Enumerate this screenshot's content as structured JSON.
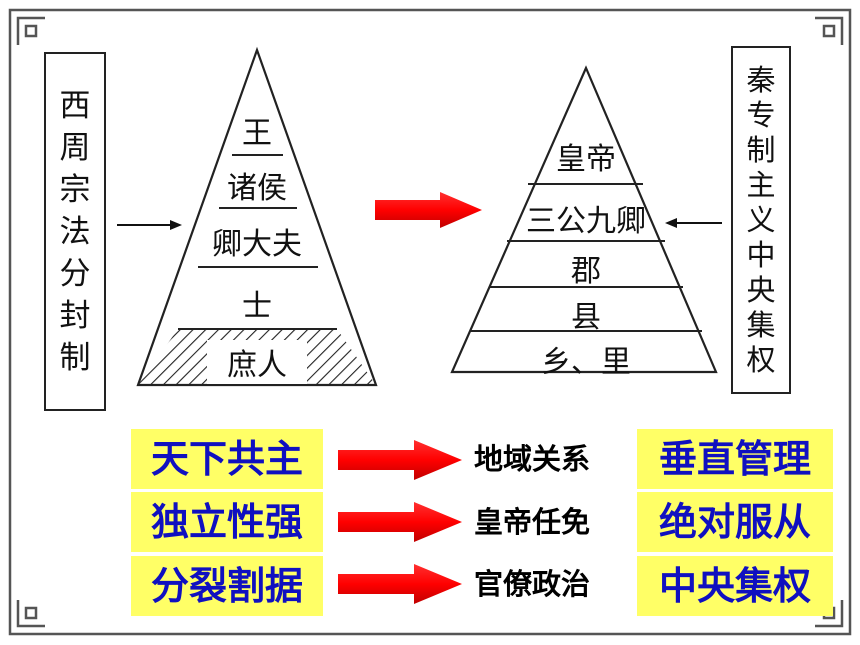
{
  "left_box": {
    "chars": [
      "西",
      "周",
      "宗",
      "法",
      "分",
      "封",
      "制"
    ]
  },
  "right_box": {
    "chars": [
      "秦",
      "专",
      "制",
      "主",
      "义",
      "中",
      "央",
      "集",
      "权"
    ]
  },
  "left_pyramid": {
    "levels": [
      "王",
      "诸侯",
      "卿大夫",
      "士",
      "庶人"
    ]
  },
  "right_pyramid": {
    "levels": [
      "皇帝",
      "三公九卿",
      "郡",
      "县",
      "乡、里"
    ]
  },
  "comparison": [
    {
      "left": "天下共主",
      "middle": "地域关系",
      "right": "垂直管理"
    },
    {
      "left": "独立性强",
      "middle": "皇帝任免",
      "right": "绝对服从"
    },
    {
      "left": "分裂割据",
      "middle": "官僚政治",
      "right": "中央集权"
    }
  ],
  "colors": {
    "arrow_red": "#ff0000",
    "highlight_bg": "#ffff66",
    "highlight_text": "#1010c0",
    "frame": "#555555"
  }
}
